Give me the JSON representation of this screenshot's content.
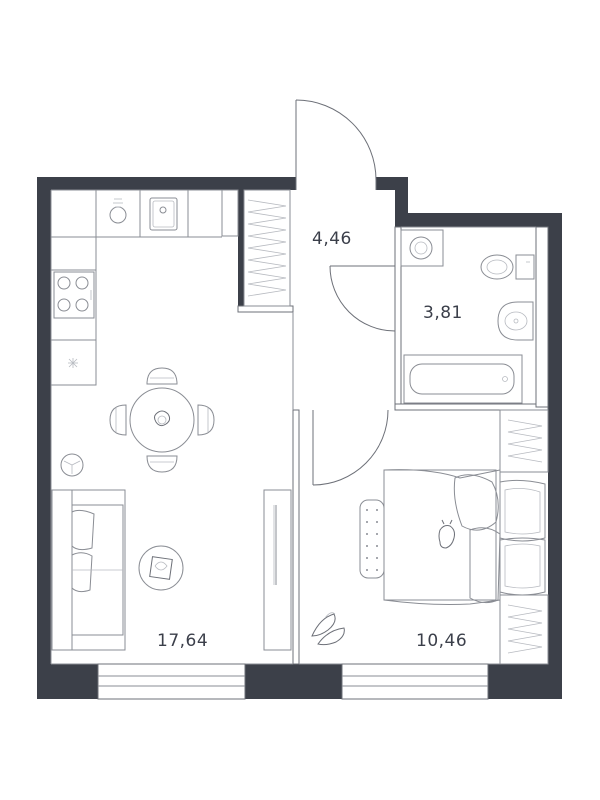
{
  "floor_plan": {
    "rooms": [
      {
        "id": "living_kitchen",
        "area": "17,64"
      },
      {
        "id": "hall",
        "area": "4,46"
      },
      {
        "id": "bathroom",
        "area": "3,81"
      },
      {
        "id": "bedroom",
        "area": "10,46"
      }
    ],
    "colors": {
      "wall": "#3c4049",
      "line": "#8a8d94",
      "text": "#3b3f4a"
    },
    "icons": [
      "stove-icon",
      "sink-icon",
      "dining-table-icon",
      "sofa-icon",
      "bed-icon",
      "bathtub-icon",
      "toilet-icon",
      "washing-machine-icon",
      "wardrobe-icon",
      "door-icon",
      "window-icon",
      "plant-icon"
    ]
  }
}
